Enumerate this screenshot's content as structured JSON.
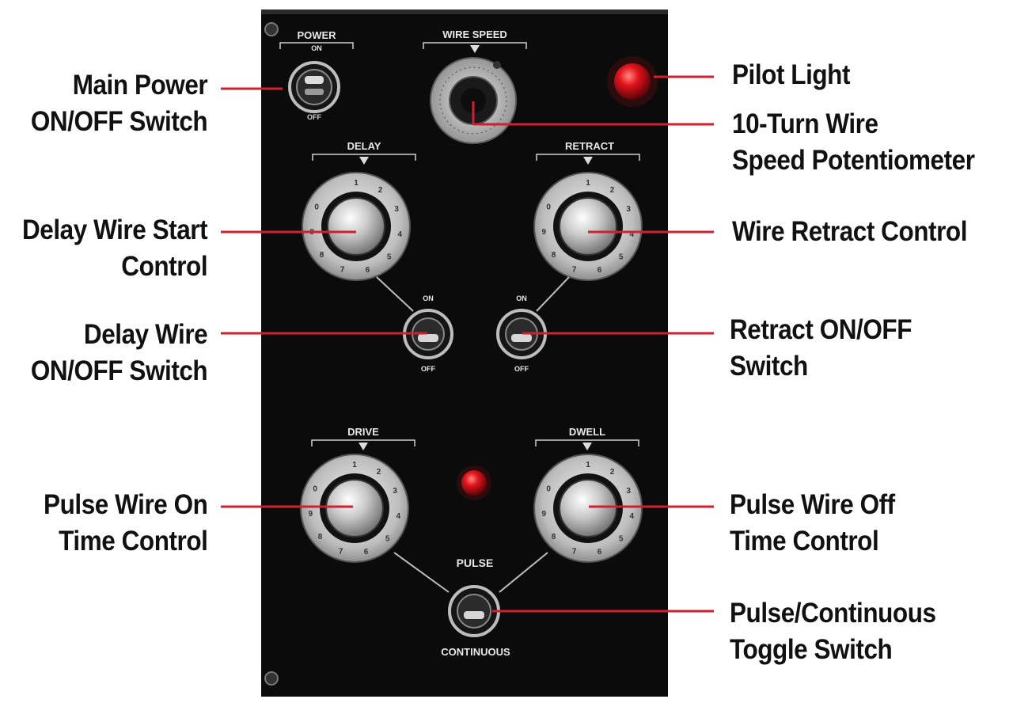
{
  "panel": {
    "power_title": "POWER",
    "power_on": "ON",
    "power_off": "OFF",
    "wire_speed_title": "WIRE SPEED",
    "delay_title": "DELAY",
    "retract_title": "RETRACT",
    "delay_switch_on": "ON",
    "delay_switch_off": "OFF",
    "retract_switch_on": "ON",
    "retract_switch_off": "OFF",
    "drive_title": "DRIVE",
    "dwell_title": "DWELL",
    "pulse_label": "PULSE",
    "continuous_label": "CONTINUOUS",
    "dial_numbers": [
      "1",
      "2",
      "3",
      "4",
      "5",
      "6",
      "7",
      "8",
      "9",
      "0"
    ]
  },
  "callouts": {
    "main_power": {
      "line1": "Main Power",
      "line2": "ON/OFF Switch"
    },
    "pilot_light": {
      "line1": "Pilot Light"
    },
    "wire_speed_pot": {
      "line1": "10-Turn Wire",
      "line2": "Speed Potentiometer"
    },
    "delay_wire_start": {
      "line1": "Delay Wire Start",
      "line2": "Control"
    },
    "wire_retract": {
      "line1": "Wire Retract Control"
    },
    "delay_wire_switch": {
      "line1": "Delay Wire",
      "line2": "ON/OFF Switch"
    },
    "retract_switch": {
      "line1": "Retract ON/OFF",
      "line2": "Switch"
    },
    "pulse_on_time": {
      "line1": "Pulse Wire On",
      "line2": "Time Control"
    },
    "pulse_off_time": {
      "line1": "Pulse Wire Off",
      "line2": "Time Control"
    },
    "pulse_continuous": {
      "line1": "Pulse/Continuous",
      "line2": "Toggle Switch"
    }
  },
  "colors": {
    "leader": "#d0202e",
    "panel": "#0b0b0c",
    "pilot_light": "#e3141c"
  }
}
